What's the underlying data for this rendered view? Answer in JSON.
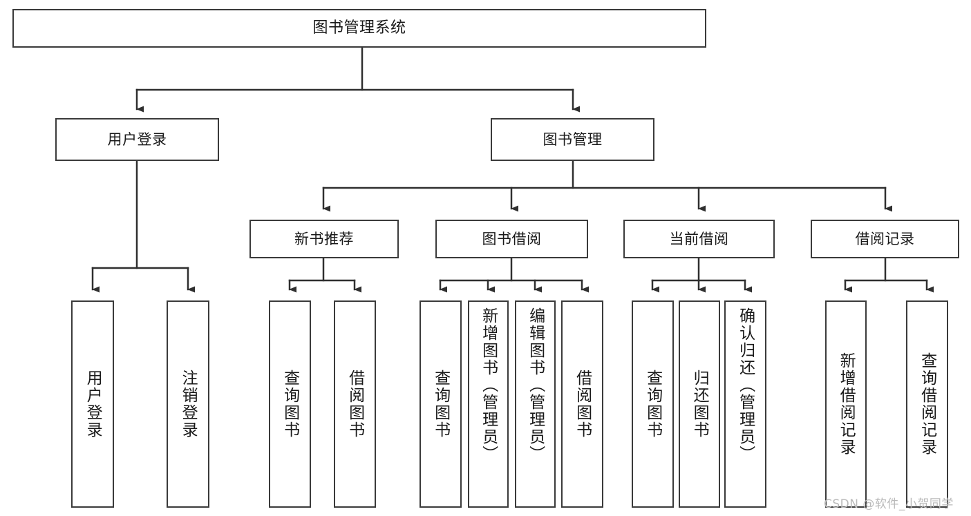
{
  "diagram": {
    "title": "图书管理系统",
    "type": "tree-hierarchy-chart",
    "colors": {
      "box_border": "#3a3a3a",
      "box_fill": "#ffffff",
      "connector": "#2f2f2f",
      "text": "#1a1a1a",
      "watermark": "#b9b9b9",
      "background": "#ffffff"
    },
    "nodes": {
      "root": {
        "label": "图书管理系统"
      },
      "level2": [
        {
          "label": "用户登录"
        },
        {
          "label": "图书管理"
        }
      ],
      "level3": [
        {
          "label": "新书推荐"
        },
        {
          "label": "图书借阅"
        },
        {
          "label": "当前借阅"
        },
        {
          "label": "借阅记录"
        }
      ],
      "leaves_user_login": [
        {
          "label": "用户登录"
        },
        {
          "label": "注销登录"
        }
      ],
      "leaves_new_book": [
        {
          "label": "查询图书"
        },
        {
          "label": "借阅图书"
        }
      ],
      "leaves_borrow": [
        {
          "label": "查询图书"
        },
        {
          "label": "新增图书（管理员）"
        },
        {
          "label": "编辑图书（管理员）"
        },
        {
          "label": "借阅图书"
        }
      ],
      "leaves_current": [
        {
          "label": "查询图书"
        },
        {
          "label": "归还图书"
        },
        {
          "label": "确认归还（管理员）"
        }
      ],
      "leaves_records": [
        {
          "label": "新增借阅记录"
        },
        {
          "label": "查询借阅记录"
        }
      ]
    },
    "watermark": "CSDN @软件_小贺同学"
  }
}
